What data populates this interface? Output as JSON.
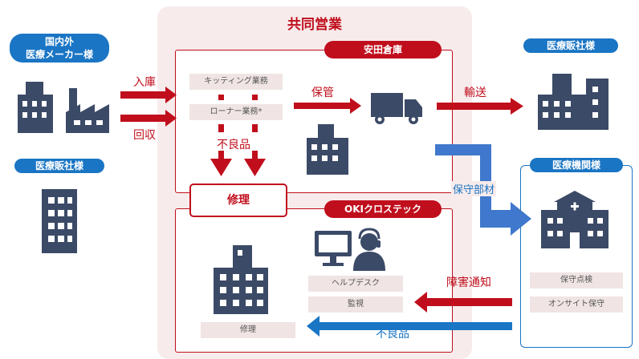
{
  "joint_business": {
    "title": "共同営業"
  },
  "yasuda": {
    "label": "安田倉庫",
    "tasks": [
      "キッティング業務",
      "ローナー業務*"
    ],
    "storage_label": "保管"
  },
  "oki": {
    "label": "OKIクロステック",
    "tasks": [
      "ヘルプデスク",
      "監視",
      "修理"
    ]
  },
  "repair_box": {
    "label": "修理"
  },
  "left": {
    "maker_label": "国内外\n医療メーカー様",
    "dealer_label": "医療販社様",
    "inbound": "入庫",
    "recovery": "回収"
  },
  "right": {
    "dealer_label": "医療販社様",
    "institution_label": "医療機関様",
    "transport": "輸送",
    "services": [
      "保守点検",
      "オンサイト保守"
    ]
  },
  "flows": {
    "defective_top": "不良品",
    "maintenance_parts": "保守部材",
    "failure_notice": "障害通知",
    "defective_bottom": "不良品"
  },
  "colors": {
    "red": "#c00e1c",
    "blue": "#1a75c4",
    "navy": "#3b4a66",
    "pink_bg": "#f7ebeb"
  }
}
